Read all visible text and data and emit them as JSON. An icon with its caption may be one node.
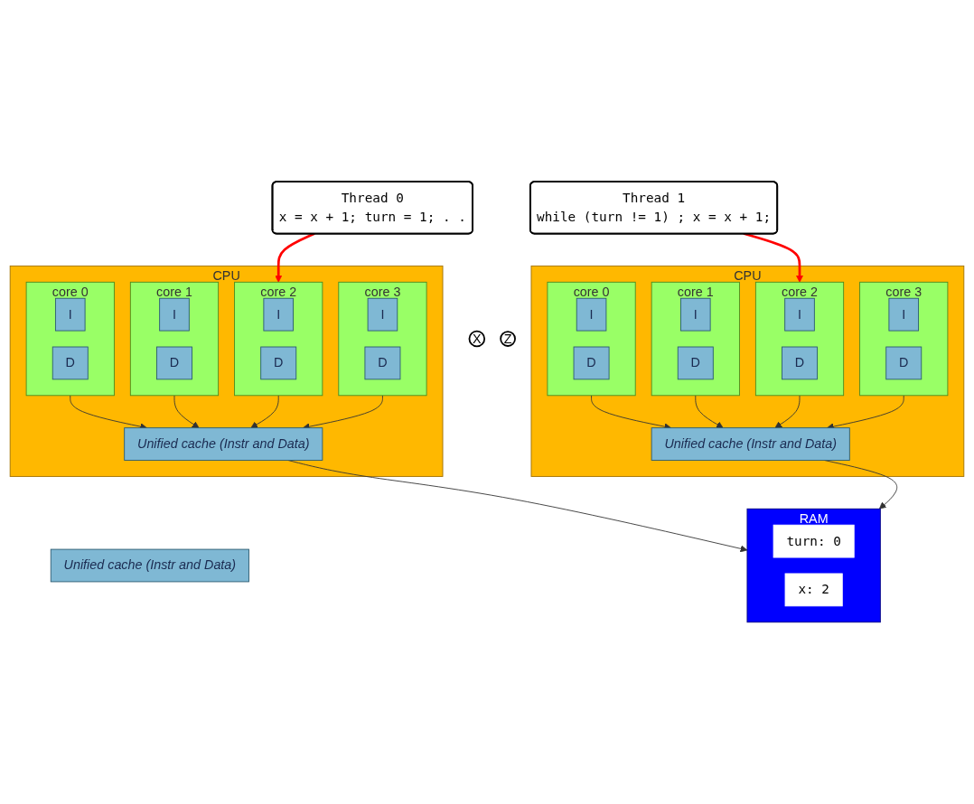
{
  "diagram": {
    "nodes": [
      {
        "text": [
          "Thread 0",
          "x = x + 1; turn = 1; . ."
        ]
      },
      {
        "text": [
          "Thread 1",
          "while (turn != 1) ; x = x + 1;"
        ]
      },
      {
        "text": [
          "CPU"
        ]
      },
      {
        "text": [
          "core 0"
        ],
        "in": 2
      },
      {
        "text": [
          "I"
        ],
        "in": 3
      },
      {
        "text": [
          "D"
        ],
        "in": 3
      },
      {
        "text": [
          "core 1"
        ],
        "in": 2
      },
      {
        "text": [
          "I"
        ],
        "in": 6
      },
      {
        "text": [
          "D"
        ],
        "in": 6
      },
      {
        "text": [
          "core 2"
        ],
        "in": 2
      },
      {
        "text": [
          "I"
        ],
        "in": 9
      },
      {
        "text": [
          "D"
        ],
        "in": 9
      },
      {
        "text": [
          "core 3"
        ],
        "in": 2
      },
      {
        "text": [
          "I"
        ],
        "in": 12
      },
      {
        "text": [
          "D"
        ],
        "in": 12
      },
      {
        "text": [
          "Unified cache (Instr and Data)"
        ],
        "in": 2
      },
      {
        "text": [
          "CPU"
        ]
      },
      {
        "text": [
          "core 0"
        ],
        "in": 16
      },
      {
        "text": [
          "I"
        ],
        "in": 17
      },
      {
        "text": [
          "D"
        ],
        "in": 17
      },
      {
        "text": [
          "core 1"
        ],
        "in": 16
      },
      {
        "text": [
          "I"
        ],
        "in": 20
      },
      {
        "text": [
          "D"
        ],
        "in": 20
      },
      {
        "text": [
          "core 2"
        ],
        "in": 16
      },
      {
        "text": [
          "I"
        ],
        "in": 23
      },
      {
        "text": [
          "D"
        ],
        "in": 23
      },
      {
        "text": [
          "core 3"
        ],
        "in": 16
      },
      {
        "text": [
          "I"
        ],
        "in": 26
      },
      {
        "text": [
          "D"
        ],
        "in": 26
      },
      {
        "text": [
          "Unified cache (Instr and Data)"
        ],
        "in": 16
      },
      {
        "text": [
          "Unified cache (Instr and Data)"
        ]
      },
      {
        "text": [
          "RAM"
        ]
      },
      {
        "text": [
          "turn: 0"
        ],
        "in": 31
      },
      {
        "text": [
          "x: 2"
        ],
        "in": 31
      },
      {
        "text": [
          "X"
        ]
      },
      {
        "text": [
          "Z"
        ]
      }
    ],
    "edges": [
      {
        "from": 0,
        "to": 9,
        "arrow": "to",
        "style": "thick",
        "color": "#ff0000"
      },
      {
        "from": 1,
        "to": 23,
        "arrow": "to",
        "style": "thick",
        "color": "#ff0000"
      },
      {
        "from": 3,
        "to": 15,
        "arrow": "to"
      },
      {
        "from": 6,
        "to": 15,
        "arrow": "to"
      },
      {
        "from": 9,
        "to": 15,
        "arrow": "to"
      },
      {
        "from": 12,
        "to": 15,
        "arrow": "to"
      },
      {
        "from": 17,
        "to": 29,
        "arrow": "to"
      },
      {
        "from": 20,
        "to": 29,
        "arrow": "to"
      },
      {
        "from": 23,
        "to": 29,
        "arrow": "to"
      },
      {
        "from": 26,
        "to": 29,
        "arrow": "to"
      },
      {
        "from": 15,
        "to": 31,
        "arrow": "to"
      },
      {
        "from": 29,
        "to": 31,
        "arrow": "to"
      }
    ]
  }
}
